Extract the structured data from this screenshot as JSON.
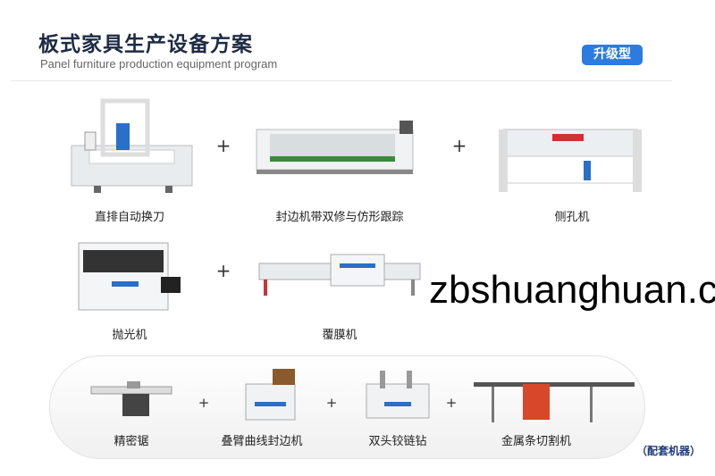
{
  "header": {
    "title": "板式家具生产设备方案",
    "subtitle": "Panel furniture production equipment program",
    "badge": "升级型"
  },
  "main_machines": [
    {
      "label": "直排自动换刀"
    },
    {
      "label": "封边机带双修与仿形跟踪"
    },
    {
      "label": "侧孔机"
    },
    {
      "label": "抛光机"
    },
    {
      "label": "覆膜机"
    }
  ],
  "auxiliary": {
    "items": [
      {
        "label": "精密锯"
      },
      {
        "label": "叠臂曲线封边机"
      },
      {
        "label": "双头铰链钻"
      },
      {
        "label": "金属条切割机"
      }
    ],
    "note": "（配套机器）"
  },
  "plus": "+",
  "watermark": "zbshuanghuan.co",
  "colors": {
    "accent": "#2c7be0",
    "title": "#1e2b45"
  }
}
